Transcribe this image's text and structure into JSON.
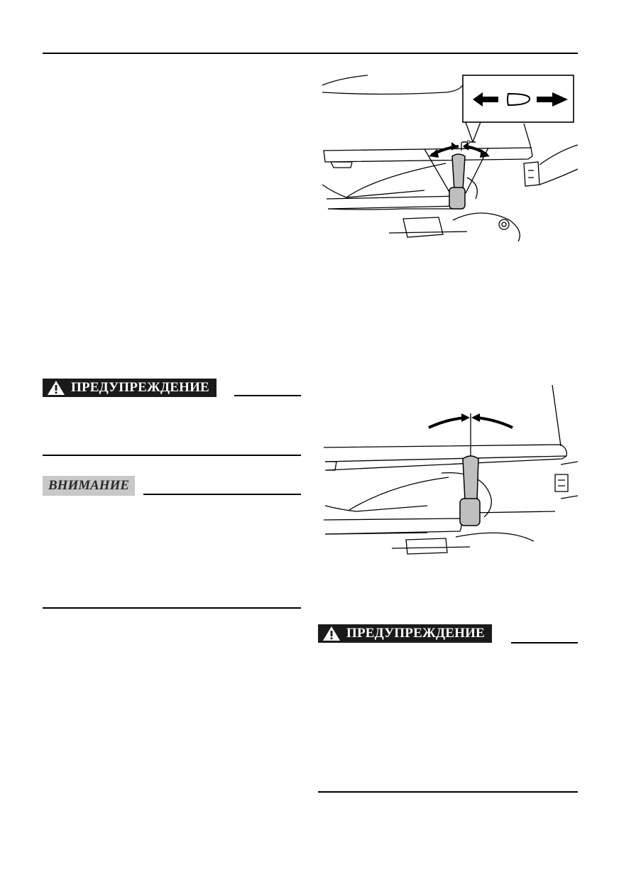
{
  "warnings": {
    "left_label": "ПРЕДУПРЕЖДЕНИЕ",
    "right_label": "ПРЕДУПРЕЖДЕНИЕ"
  },
  "caution": {
    "label": "ВНИМАНИЕ"
  },
  "icons": {
    "warning": "warning-triangle-icon"
  }
}
